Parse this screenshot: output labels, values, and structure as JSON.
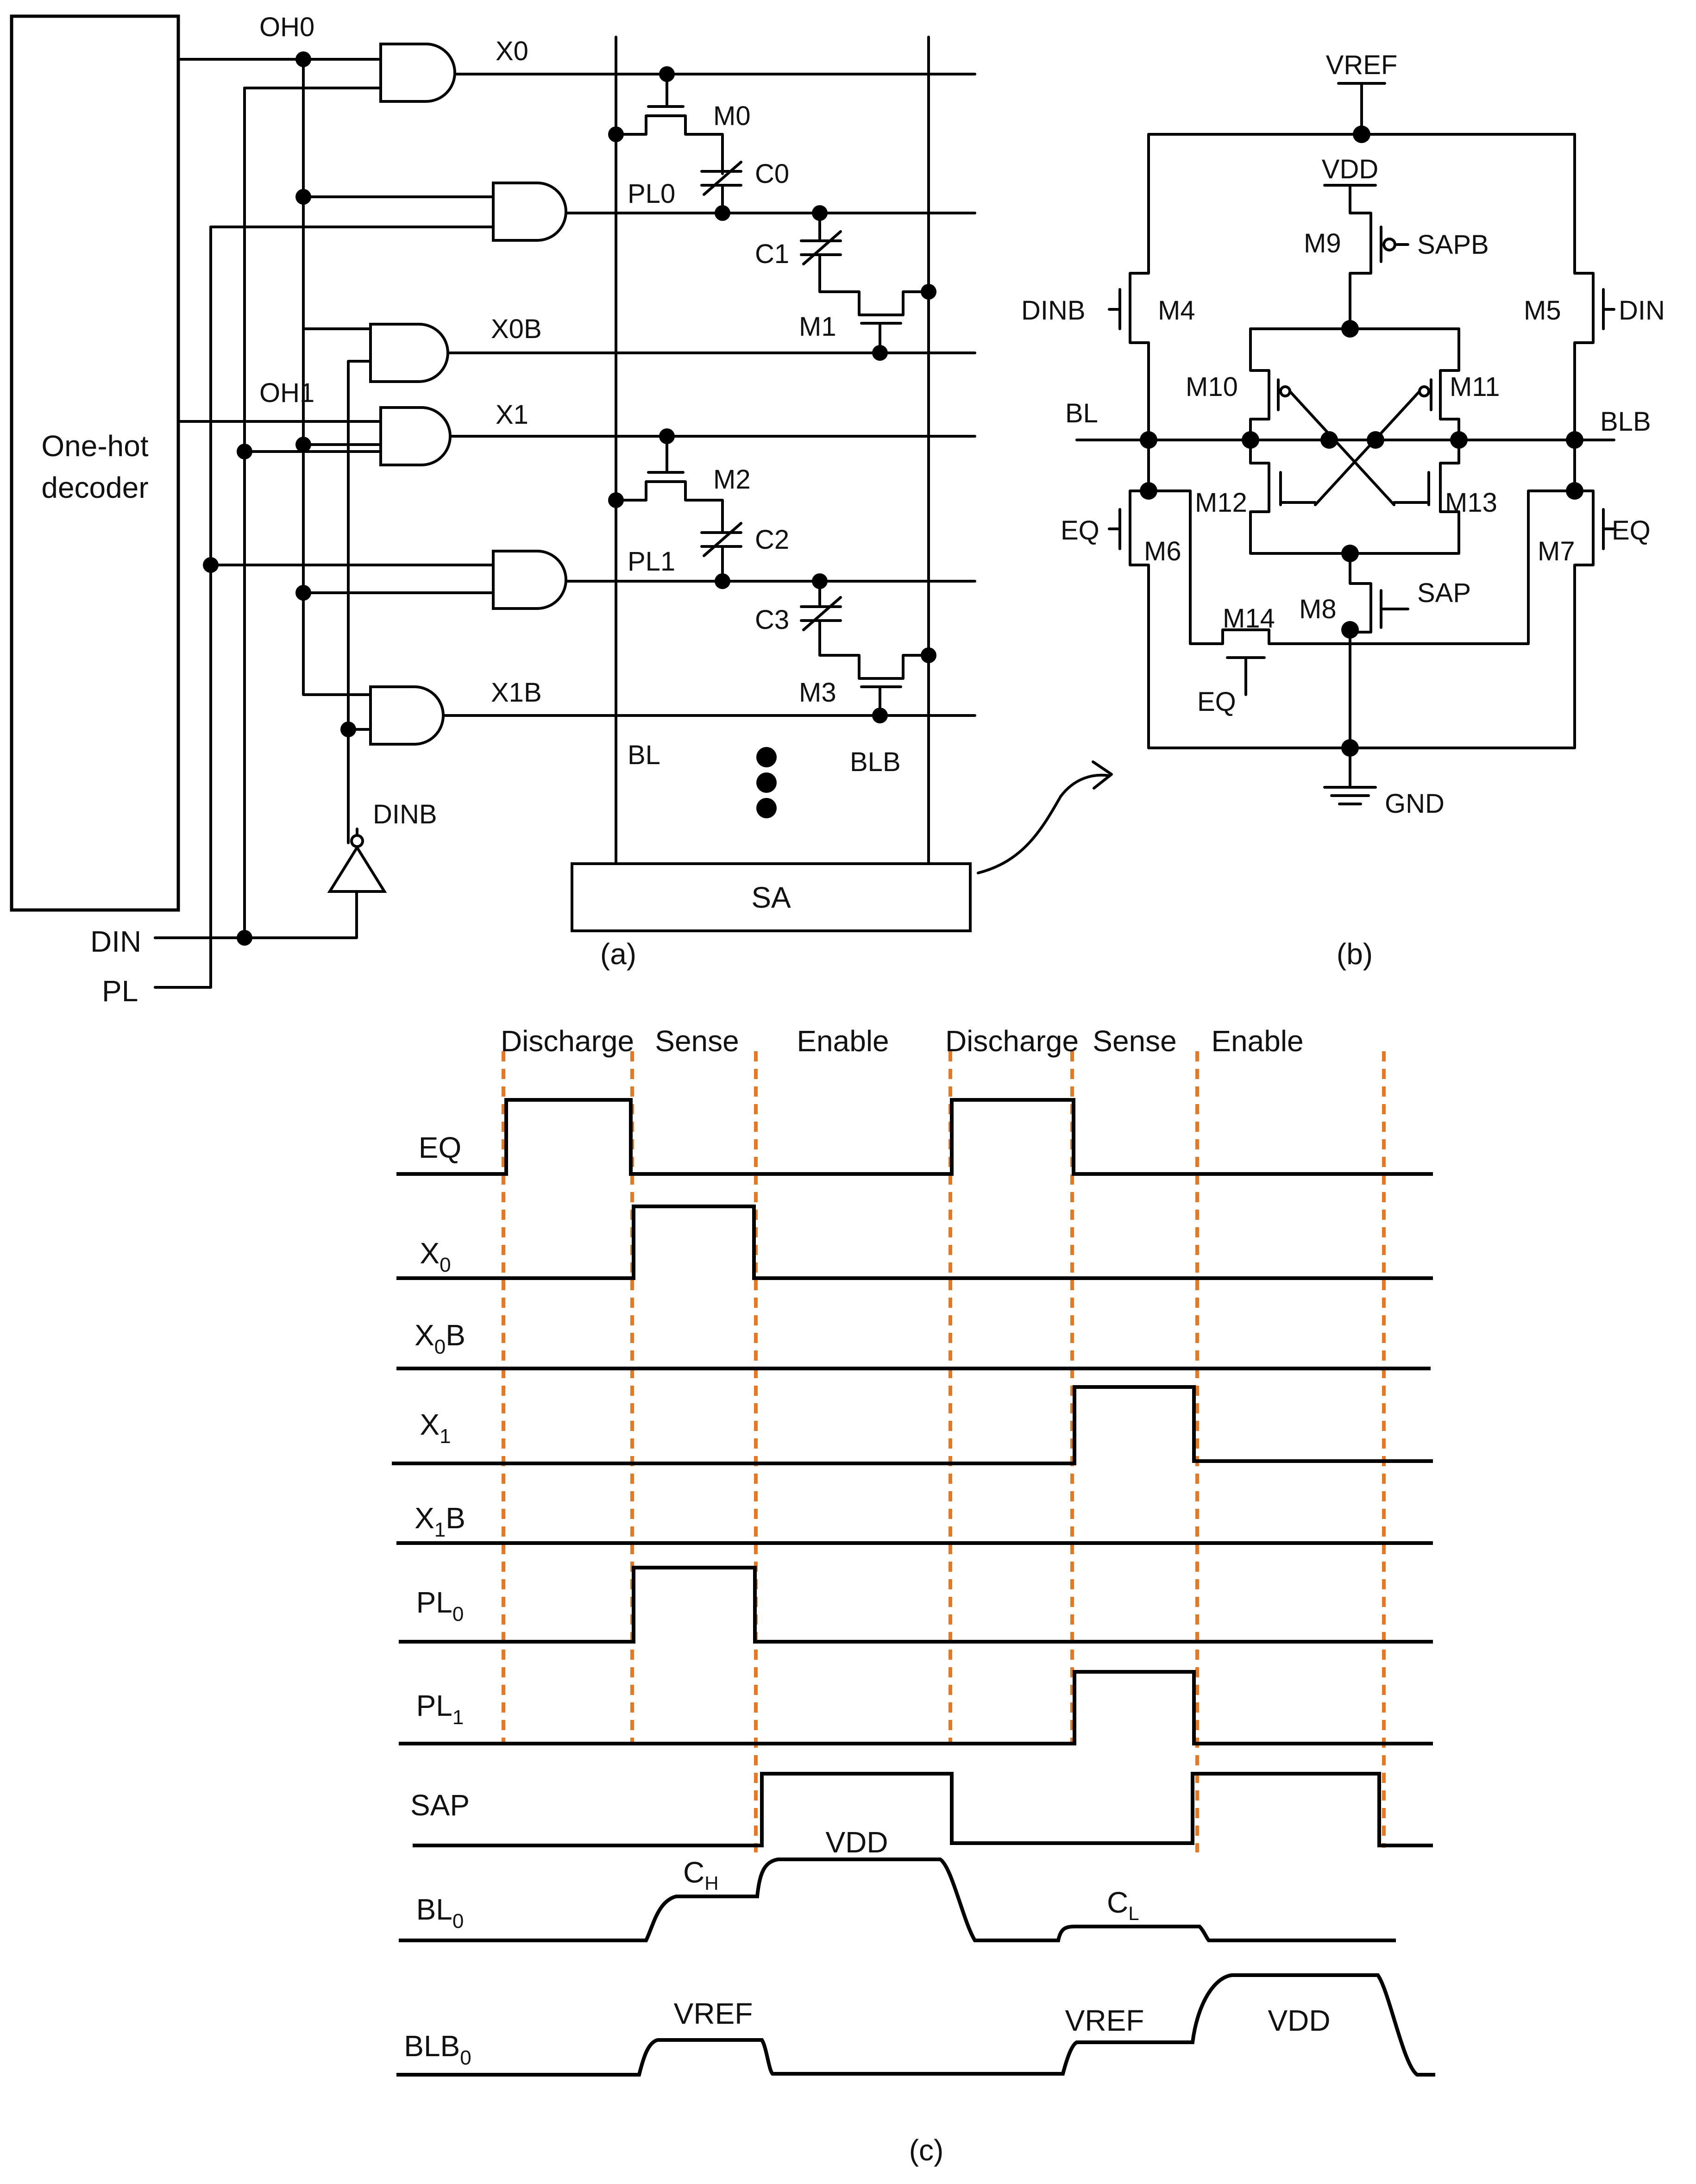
{
  "panel_a": {
    "caption": "(a)",
    "decoder_label_line1": "One-hot",
    "decoder_label_line2": "decoder",
    "inputs": {
      "din": "DIN",
      "pl": "PL"
    },
    "inverter_label": "DINB",
    "onehot_labels": [
      "OH0",
      "OH1"
    ],
    "row_labels": [
      "X0",
      "X0B",
      "X1",
      "X1B"
    ],
    "plate_labels": [
      "PL0",
      "PL1"
    ],
    "transistors": [
      "M0",
      "M1",
      "M2",
      "M3"
    ],
    "capacitors": [
      "C0",
      "C1",
      "C2",
      "C3"
    ],
    "bitlines": [
      "BL",
      "BLB"
    ],
    "sense_amp": "SA"
  },
  "panel_b": {
    "caption": "(b)",
    "supplies": {
      "vref": "VREF",
      "vdd": "VDD",
      "gnd": "GND"
    },
    "transistors": [
      "M4",
      "M5",
      "M6",
      "M7",
      "M8",
      "M9",
      "M10",
      "M11",
      "M12",
      "M13",
      "M14"
    ],
    "control_signals": {
      "sapb": "SAPB",
      "sap": "SAP",
      "eq": "EQ",
      "dinb": "DINB",
      "din": "DIN"
    },
    "nodes": {
      "bl": "BL",
      "blb": "BLB"
    }
  },
  "panel_c": {
    "caption": "(c)",
    "phases": [
      "Discharge",
      "Sense",
      "Enable",
      "Discharge",
      "Sense",
      "Enable"
    ],
    "signals": [
      {
        "base": "EQ",
        "sub": "",
        "suffix": ""
      },
      {
        "base": "X",
        "sub": "0",
        "suffix": ""
      },
      {
        "base": "X",
        "sub": "0",
        "suffix": "B"
      },
      {
        "base": "X",
        "sub": "1",
        "suffix": ""
      },
      {
        "base": "X",
        "sub": "1",
        "suffix": "B"
      },
      {
        "base": "PL",
        "sub": "0",
        "suffix": ""
      },
      {
        "base": "PL",
        "sub": "1",
        "suffix": ""
      },
      {
        "base": "SAP",
        "sub": "",
        "suffix": ""
      },
      {
        "base": "BL",
        "sub": "0",
        "suffix": ""
      },
      {
        "base": "BLB",
        "sub": "0",
        "suffix": ""
      }
    ],
    "annotations": {
      "ch_base": "C",
      "ch_sub": "H",
      "cl_base": "C",
      "cl_sub": "L",
      "vdd_1": "VDD",
      "vdd_2": "VDD",
      "vref_1": "VREF",
      "vref_2": "VREF"
    },
    "colors": {
      "phase_guides": "#e87722",
      "waveforms": "#000000"
    }
  }
}
